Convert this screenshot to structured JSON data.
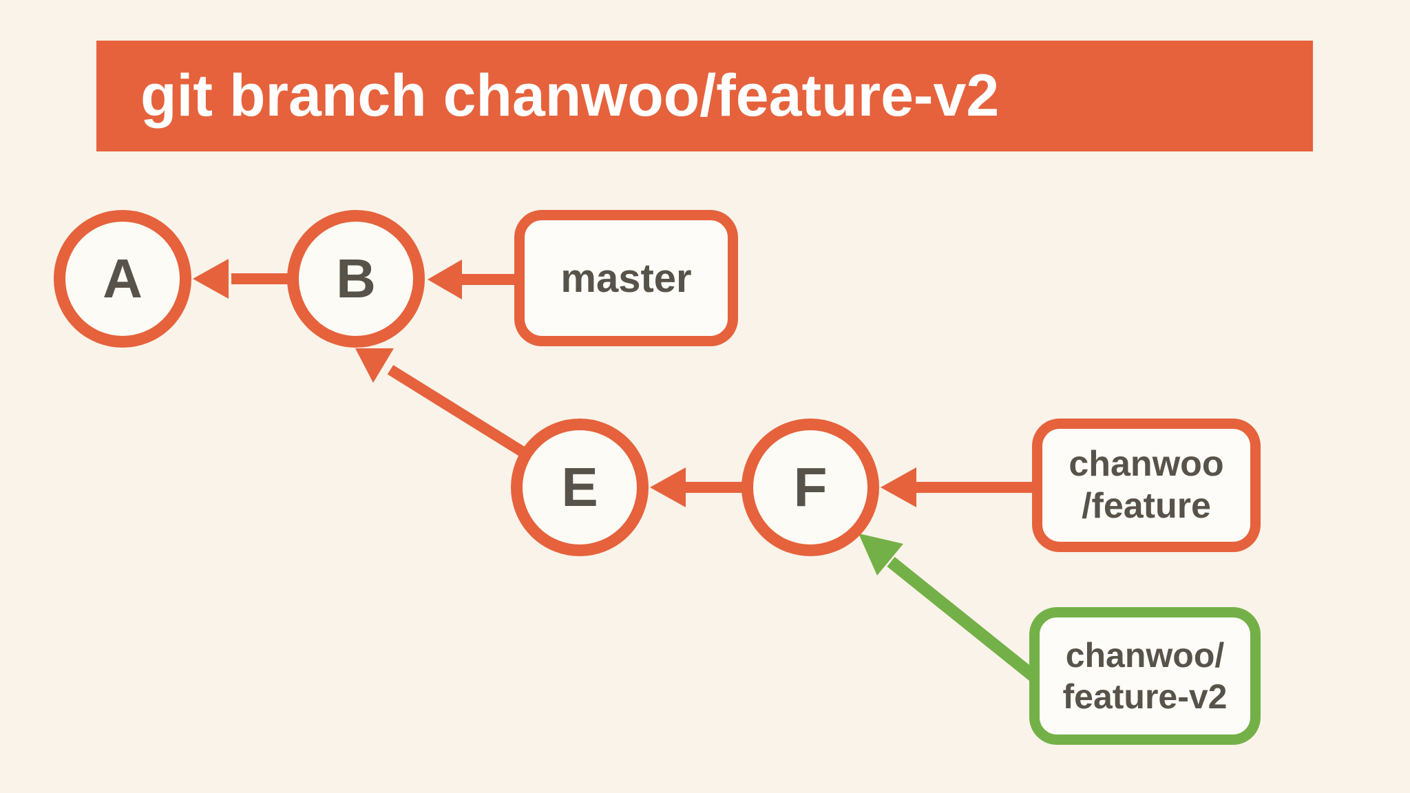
{
  "title": {
    "text": "git branch chanwoo/feature-v2"
  },
  "colors": {
    "orange": "#e5623c",
    "green": "#74b048",
    "background": "#faf3e9",
    "node_fill": "#fdfbf5",
    "box_fill": "#fefcf8",
    "text_dark": "#57534a",
    "title_text": "#ffffff"
  },
  "commits": [
    {
      "id": "A",
      "label": "A"
    },
    {
      "id": "B",
      "label": "B"
    },
    {
      "id": "E",
      "label": "E"
    },
    {
      "id": "F",
      "label": "F"
    }
  ],
  "branches": [
    {
      "name": "master",
      "points_to": "B",
      "color": "orange",
      "lines": [
        "master"
      ]
    },
    {
      "name": "chanwoo/feature",
      "points_to": "F",
      "color": "orange",
      "lines": [
        "chanwoo",
        "/feature"
      ]
    },
    {
      "name": "chanwoo/feature-v2",
      "points_to": "F",
      "color": "green",
      "lines": [
        "chanwoo/",
        "feature-v2"
      ]
    }
  ],
  "edges": [
    {
      "from": "B",
      "to": "A",
      "color": "orange"
    },
    {
      "from": "master",
      "to": "B",
      "color": "orange"
    },
    {
      "from": "E",
      "to": "B",
      "color": "orange"
    },
    {
      "from": "F",
      "to": "E",
      "color": "orange"
    },
    {
      "from": "chanwoo/feature",
      "to": "F",
      "color": "orange"
    },
    {
      "from": "chanwoo/feature-v2",
      "to": "F",
      "color": "green"
    }
  ]
}
